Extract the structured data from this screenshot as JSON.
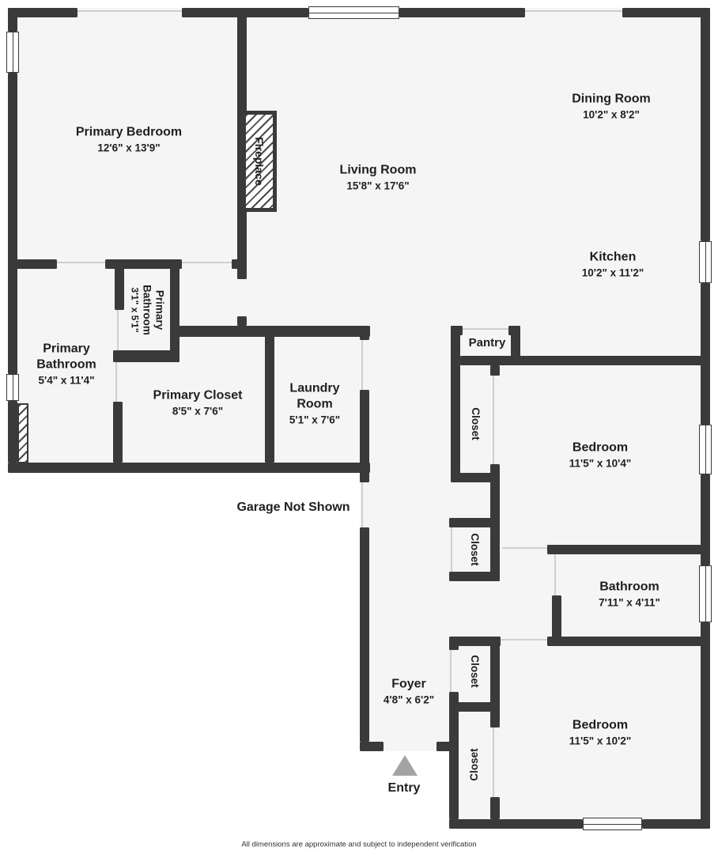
{
  "plan": {
    "colors": {
      "wall": "#3a3a3a",
      "floor": "#f5f5f5",
      "background": "#ffffff",
      "text": "#1f1f1f",
      "entry_arrow": "#a3a3a3",
      "opening_line": "#cfcfcf"
    },
    "rooms": [
      {
        "id": "primary_bedroom",
        "name": "Primary Bedroom",
        "dims": "12'6\" x 13'9\""
      },
      {
        "id": "living_room",
        "name": "Living Room",
        "dims": "15'8\" x 17'6\""
      },
      {
        "id": "dining_room",
        "name": "Dining Room",
        "dims": "10'2\" x 8'2\""
      },
      {
        "id": "kitchen",
        "name": "Kitchen",
        "dims": "10'2\" x 11'2\""
      },
      {
        "id": "fireplace",
        "name": "Fireplace"
      },
      {
        "id": "primary_bathroom_small",
        "name": "Primary\nBathroom",
        "dims": "3'1\" x 5'1\""
      },
      {
        "id": "primary_bathroom",
        "name": "Primary\nBathroom",
        "dims": "5'4\" x 11'4\""
      },
      {
        "id": "primary_closet",
        "name": "Primary Closet",
        "dims": "8'5\" x 7'6\""
      },
      {
        "id": "laundry_room",
        "name": "Laundry\nRoom",
        "dims": "5'1\" x 7'6\""
      },
      {
        "id": "pantry",
        "name": "Pantry"
      },
      {
        "id": "closet_pantry",
        "name": "Closet"
      },
      {
        "id": "bedroom_1",
        "name": "Bedroom",
        "dims": "11'5\" x 10'4\""
      },
      {
        "id": "closet_hall",
        "name": "Closet"
      },
      {
        "id": "bathroom",
        "name": "Bathroom",
        "dims": "7'11\" x 4'11\""
      },
      {
        "id": "closet_foyer",
        "name": "Closet"
      },
      {
        "id": "foyer",
        "name": "Foyer",
        "dims": "4'8\" x 6'2\""
      },
      {
        "id": "bedroom_2",
        "name": "Bedroom",
        "dims": "11'5\" x 10'2\""
      },
      {
        "id": "closet_entry",
        "name": "Closet"
      }
    ],
    "annotations": {
      "garage_note": "Garage Not Shown",
      "entry_label": "Entry",
      "disclaimer": "All dimensions are approximate and subject to independent verification"
    }
  }
}
